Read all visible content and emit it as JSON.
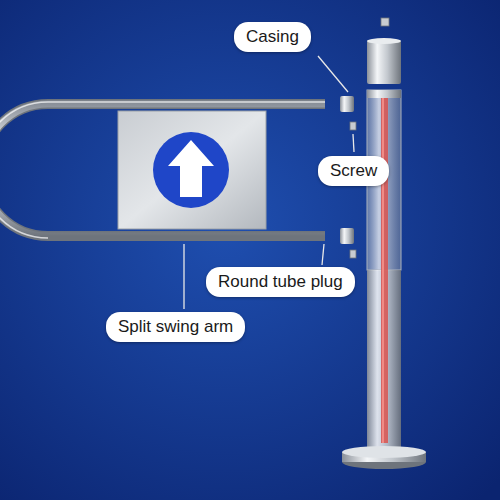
{
  "diagram": {
    "labels": [
      "Casing",
      "Screw",
      "Round tube plug",
      "Split swing arm"
    ]
  }
}
